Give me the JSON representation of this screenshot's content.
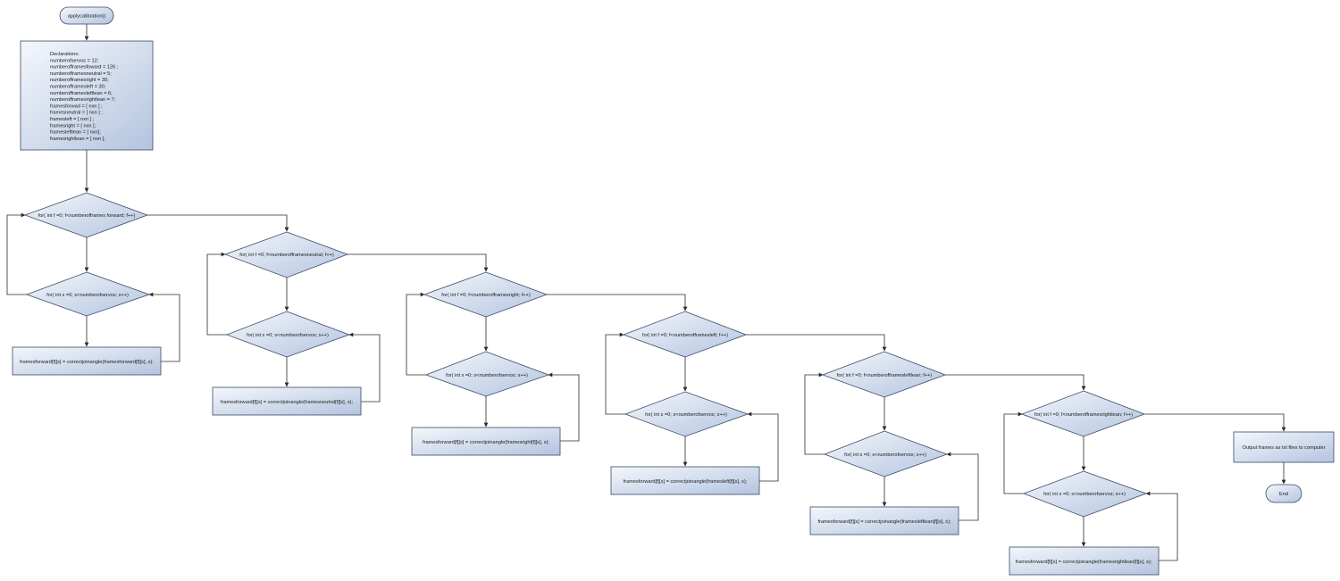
{
  "start_label": "applycalibration()",
  "declarations": [
    "Declarations:",
    "numberofservos = 12;",
    "numberofframesfoward = 126 ;",
    "numberofframesneutral = 5;",
    "numberofframesright = 30;",
    "numberofframesleft = 30;",
    "numberofframesleftlean = 6;",
    "numberofframesrightlean = 7;",
    "framesforwad = [ nxn ] ;",
    "framesneutral = [ nxn ] ;",
    "framesleft = [ nxn ] ;",
    "framesright = [ nxn ];",
    "framesleftlean = [ nxn];",
    "framesrightlean = [ nxn ];"
  ],
  "loops": [
    {
      "outer": "for( int f =0; f<numberofframes forward; f++)",
      "inner": "for( int s =0; s<numberofservos; s++)",
      "body": "framesforward[f][s] = correctjoinangle(framesforward[f][s], s);"
    },
    {
      "outer": "for( int f =0; f<numberofframesneutral; f++)",
      "inner": "for( int s =0; s<numberofservos; s++)",
      "body": "framesforward[f][s] = correctjoinangle(framesneutral[f][s], s);"
    },
    {
      "outer": "for( int f =0; f<numberofframesright; f++)",
      "inner": "for( int s =0; s<numberofservos; s++)",
      "body": "framesforward[f][s] = correctjoinangle(framesright[f][s], s);"
    },
    {
      "outer": "for( int f =0; f<numberofframesleft; f++)",
      "inner": "for( int s =0; s<numberofservos; s++)",
      "body": "framesforward[f][s] = correctjoinangle(framesleft[f][s], s);"
    },
    {
      "outer": "for( int f =0; f<numberofframesleftlean; f++)",
      "inner": "for( int s =0; s<numberofservos; s++)",
      "body": "framesforward[f][s] = correctjoinangle(framesleftlean[f][s], s);"
    },
    {
      "outer": "for( int f =0; f<numberofframesrightlean; f++)",
      "inner": "for( int s =0; s<numberofservos; s++)",
      "body": "framesforward[f][s] = correctjoinangle(framesrightlean[f][s], s);"
    }
  ],
  "output_label": "Output frames as txt files to computer",
  "end_label": "End",
  "colors": {
    "shape_light": "#f4f7fc",
    "shape_dark": "#b3c4df",
    "stroke": "#3a4a66",
    "edge": "#2b2b2b"
  }
}
